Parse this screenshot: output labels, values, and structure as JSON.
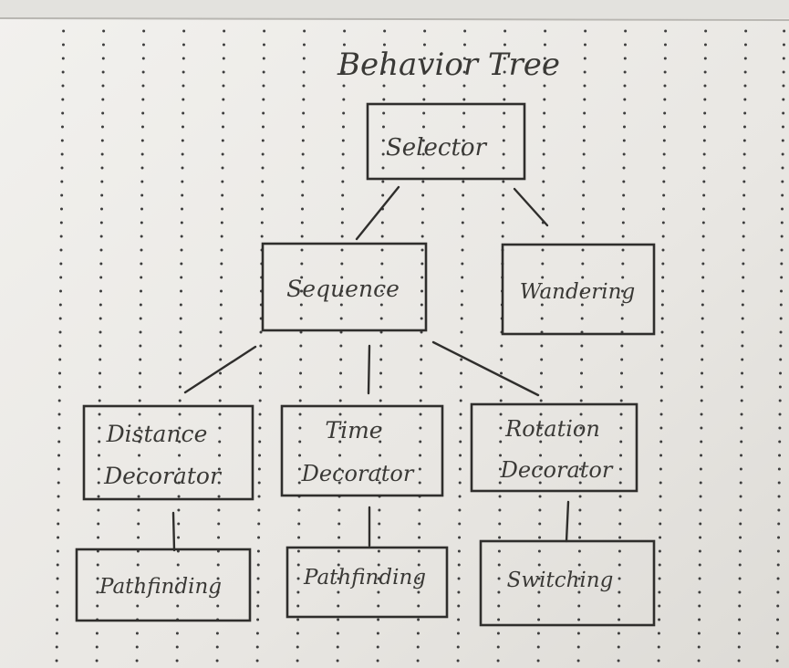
{
  "title": "Behavior Tree",
  "nodes": {
    "selector": {
      "lines": [
        "Selector"
      ]
    },
    "sequence": {
      "lines": [
        "Sequence"
      ]
    },
    "wandering": {
      "lines": [
        "Wandering"
      ]
    },
    "distance_decorator": {
      "lines": [
        "Distance",
        "Decorator"
      ]
    },
    "time_decorator": {
      "lines": [
        "Time",
        "Decorator"
      ]
    },
    "rotation_decorator": {
      "lines": [
        "Rotation",
        "Decorator"
      ]
    },
    "pathfinding_1": {
      "lines": [
        "Pathfinding"
      ]
    },
    "pathfinding_2": {
      "lines": [
        "Pathfinding"
      ]
    },
    "switching": {
      "lines": [
        "Switching"
      ]
    }
  },
  "edges": [
    [
      "selector",
      "sequence"
    ],
    [
      "selector",
      "wandering"
    ],
    [
      "sequence",
      "distance_decorator"
    ],
    [
      "sequence",
      "time_decorator"
    ],
    [
      "sequence",
      "rotation_decorator"
    ],
    [
      "distance_decorator",
      "pathfinding_1"
    ],
    [
      "time_decorator",
      "pathfinding_2"
    ],
    [
      "rotation_decorator",
      "switching"
    ]
  ],
  "colors": {
    "paper": "#eceae6",
    "ink": "#2f2e2c",
    "dots": "#3d3d3d"
  }
}
